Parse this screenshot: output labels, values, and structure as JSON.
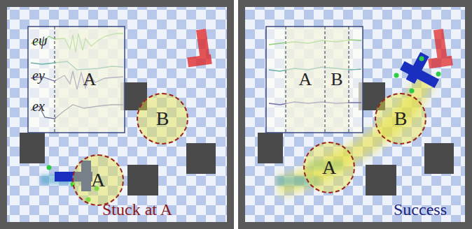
{
  "diagram": {
    "nodes": [
      {
        "text": [
          "A"
        ]
      },
      {
        "text": [
          "B"
        ]
      },
      {
        "text": [
          "A"
        ]
      },
      {
        "text": [
          "A"
        ]
      },
      {
        "text": [
          "B"
        ]
      },
      {
        "text": [
          "B"
        ]
      },
      {
        "text": [
          "A"
        ]
      }
    ],
    "labels": [
      "eψ",
      "ey",
      "ex",
      "Stuck at A",
      "Success"
    ]
  }
}
